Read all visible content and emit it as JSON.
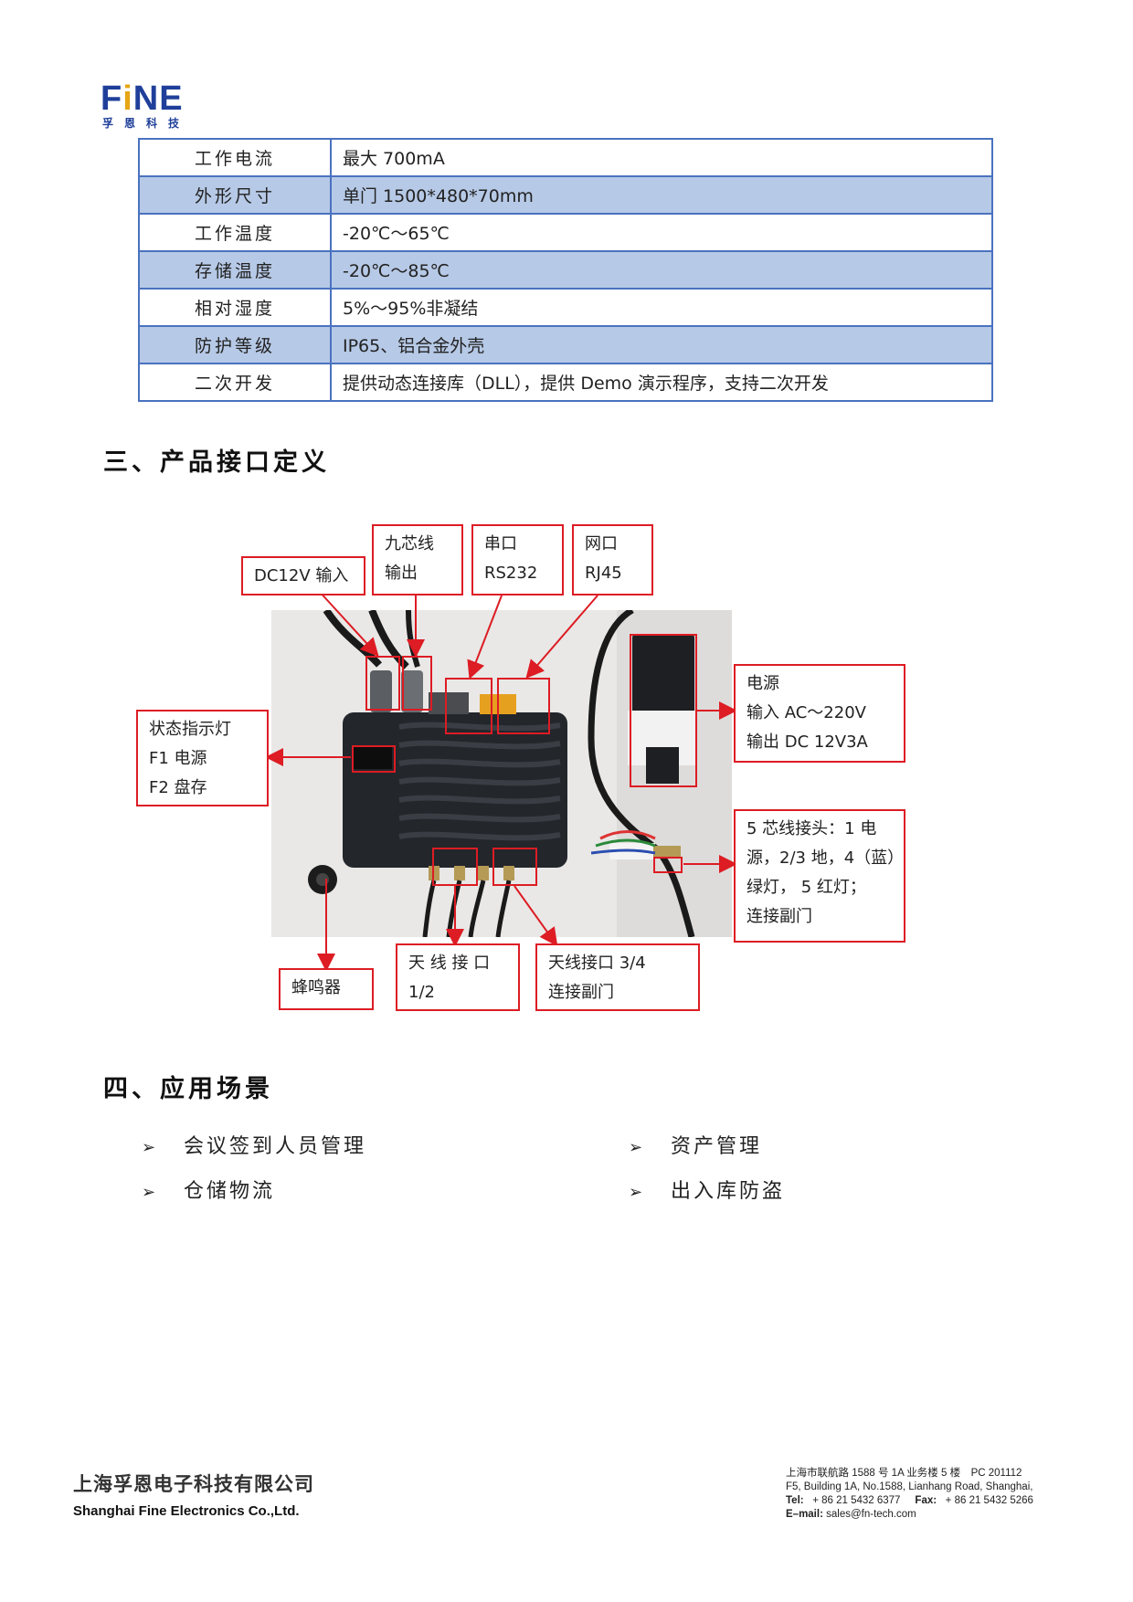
{
  "logo": {
    "word_pre": "F",
    "word_mid": "i",
    "word_post": "NE",
    "tagline": "孚恩科技"
  },
  "spec_rows": [
    {
      "key": "工作电流",
      "value": "最大 700mA"
    },
    {
      "key": "外形尺寸",
      "value": "单门 1500*480*70mm"
    },
    {
      "key": "工作温度",
      "value": "-20℃～65℃"
    },
    {
      "key": "存储温度",
      "value": "-20℃～85℃"
    },
    {
      "key": "相对湿度",
      "value": "5%～95%非凝结"
    },
    {
      "key": "防护等级",
      "value": "IP65、铝合金外壳"
    },
    {
      "key": "二次开发",
      "value": "提供动态连接库（DLL），提供 Demo 演示程序，支持二次开发"
    }
  ],
  "section3_title": "三、产品接口定义",
  "section4_title": "四、应用场景",
  "callouts": {
    "dc12v": "DC12V 输入",
    "nine_core_1": "九芯线",
    "nine_core_2": "输出",
    "serial_1": "串口",
    "serial_2": "RS232",
    "net_1": "网口",
    "net_2": "RJ45",
    "status_1": "状态指示灯",
    "status_2": "F1 电源",
    "status_3": "F2 盘存",
    "power_1": "电源",
    "power_2": "输入 AC～220V",
    "power_3": "输出 DC 12V3A",
    "five_core_1": "5 芯线接头：1 电",
    "five_core_2": "源，2/3 地，4（蓝）",
    "five_core_3": "绿灯， 5 红灯；",
    "five_core_4": "连接副门",
    "buzzer": "蜂鸣器",
    "ant12_1": "天 线 接 口",
    "ant12_2": "1/2",
    "ant34_1": "天线接口 3/4",
    "ant34_2": "连接副门"
  },
  "applications": [
    "会议签到人员管理",
    "资产管理",
    "仓储物流",
    "出入库防盗"
  ],
  "bullet_symbol": "➢",
  "footer": {
    "company_cn": "上海孚恩电子科技有限公司",
    "company_en": "Shanghai Fine Electronics Co.,Ltd.",
    "addr_cn": "上海市联航路 1588 号 1A 业务楼 5 楼　PC 201112",
    "addr_en": "F5, Building 1A, No.1588, Lianhang Road, Shanghai,",
    "tel_label": "Tel:",
    "tel": "+ 86 21 5432 6377",
    "fax_label": "Fax:",
    "fax": "+ 86 21 5432 5266",
    "email_label": "E–mail:",
    "email": "sales@fn-tech.com"
  },
  "colors": {
    "accent_blue": "#1f3f9a",
    "table_border": "#4a72c0",
    "table_shade": "#b6c9e6",
    "callout_red": "#dd1c24"
  }
}
